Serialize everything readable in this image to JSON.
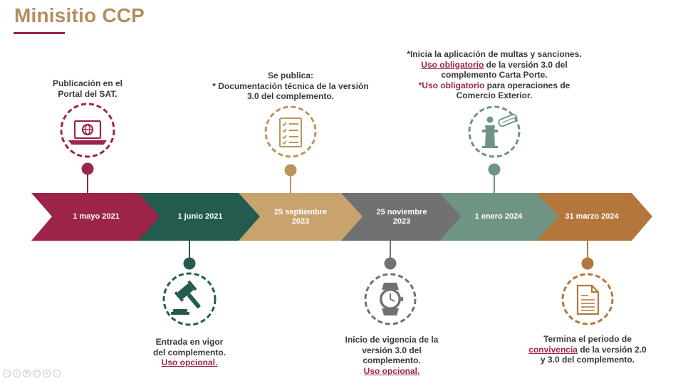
{
  "title": "Minisitio CCP",
  "colors": {
    "guinda": "#9d2449",
    "verde": "#235b4e",
    "dorado": "#bc955c",
    "gris": "#6f7271",
    "verde_claro": "#6f9483",
    "cobre": "#b5763b"
  },
  "segments": [
    {
      "line1": "1 mayo 2021",
      "line2": ""
    },
    {
      "line1": "1 junio 2021",
      "line2": ""
    },
    {
      "line1": "25 septiembre",
      "line2": "2023"
    },
    {
      "line1": "25 noviembre",
      "line2": "2023"
    },
    {
      "line1": "1 enero 2024",
      "line2": ""
    },
    {
      "line1": "31 marzo 2024",
      "line2": ""
    }
  ],
  "events": {
    "may2021": {
      "icon": "laptop-globe-icon",
      "lines": [
        "Publicación en el",
        "Portal del SAT."
      ]
    },
    "jun2021": {
      "icon": "gavel-icon",
      "lines": [
        "Entrada en vigor",
        "del complemento."
      ],
      "highlight": "Uso opcional."
    },
    "sep2023": {
      "icon": "checklist-document-icon",
      "lines": [
        "Se publica:",
        "* Documentación técnica de la versión",
        "3.0 del complemento."
      ]
    },
    "nov2023": {
      "icon": "watch-icon",
      "lines": [
        "Inicio de vigencia de la",
        "versión 3.0 del",
        "complemento."
      ],
      "highlight": "Uso opcional."
    },
    "jan2024": {
      "icon": "podium-diploma-icon",
      "line1": "*Inicia la aplicación de multas y sanciones.",
      "line2_hl": "Uso obligatorio",
      "line2_rest": " de la versión 3.0 del",
      "line3": "complemento Carta Porte.",
      "line4_hl": "*Uso obligatorio",
      "line4_rest": " para operaciones de",
      "line5": "Comercio Exterior."
    },
    "mar2024": {
      "icon": "document-icon",
      "line1": "Termina el periodo de",
      "line2_hl": "convivencia",
      "line2_rest": " de la versión 2.0",
      "line3": "y 3.0 del complemento."
    }
  },
  "toolbar": [
    "prev-icon",
    "next-icon",
    "pen-icon",
    "copy-icon",
    "zoom-icon",
    "more-icon"
  ]
}
